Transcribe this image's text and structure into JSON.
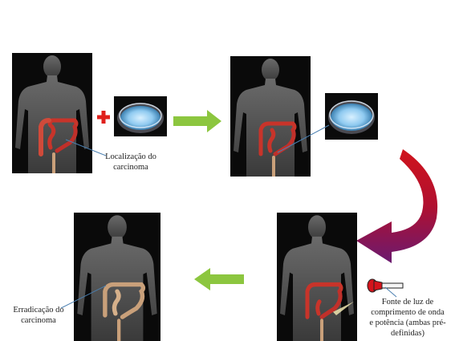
{
  "labels": {
    "carcinoma_location_l1": "Localização do",
    "carcinoma_location_l2": "carcinoma",
    "eradication_l1": "Erradicação do",
    "eradication_l2": "carcinoma",
    "light_source_l1": "Fonte de luz de",
    "light_source_l2": "comprimento de onda",
    "light_source_l3": "e potência (ambas pré-",
    "light_source_l4": "definidas)"
  },
  "colors": {
    "panel_bg": "#0a0a0a",
    "silhouette": "#585858",
    "colon_red": "#c8342a",
    "colon_healthy": "#c9a07a",
    "arrow_green": "#8cc63f",
    "plus_red": "#e0201c",
    "curved_arrow_start": "#c0101a",
    "curved_arrow_end": "#7a1a6a",
    "powder_blue": "#9fd3f2"
  }
}
